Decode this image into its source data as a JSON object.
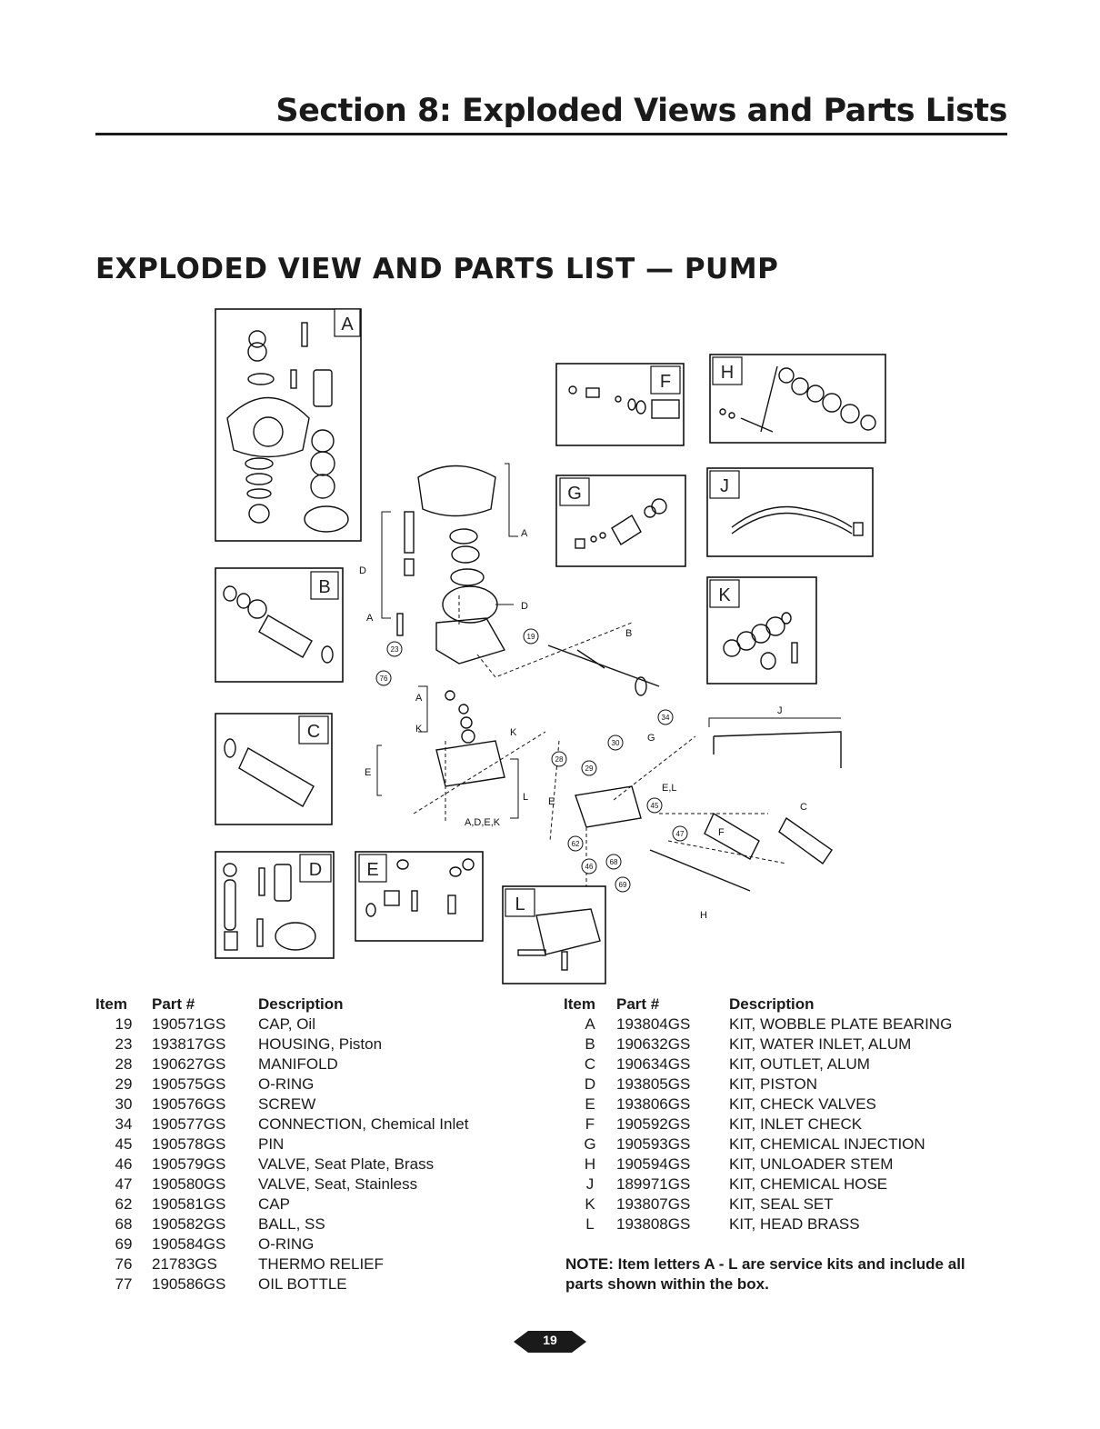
{
  "section_title": "Section 8: Exploded Views and Parts Lists",
  "page_title": "EXPLODED VIEW AND PARTS LIST — PUMP",
  "kit_letters": [
    "A",
    "B",
    "C",
    "D",
    "E",
    "F",
    "G",
    "H",
    "J",
    "K",
    "L"
  ],
  "diagram_labels": {
    "A": "A",
    "B": "B",
    "C": "C",
    "D": "D",
    "E": "E",
    "F": "F",
    "H": "H",
    "J": "J",
    "K": "K",
    "L": "L",
    "G": "G",
    "ADEK": "A,D,E,K",
    "EL": "E,L"
  },
  "callouts": [
    "19",
    "23",
    "28",
    "29",
    "30",
    "34",
    "45",
    "46",
    "47",
    "62",
    "68",
    "69",
    "76"
  ],
  "parts_header": {
    "item": "Item",
    "part": "Part #",
    "description": "Description"
  },
  "parts_left": [
    {
      "item": "19",
      "part": "190571GS",
      "desc": "CAP, Oil"
    },
    {
      "item": "23",
      "part": "193817GS",
      "desc": "HOUSING, Piston"
    },
    {
      "item": "28",
      "part": "190627GS",
      "desc": "MANIFOLD"
    },
    {
      "item": "29",
      "part": "190575GS",
      "desc": "O-RING"
    },
    {
      "item": "30",
      "part": "190576GS",
      "desc": "SCREW"
    },
    {
      "item": "34",
      "part": "190577GS",
      "desc": "CONNECTION, Chemical Inlet"
    },
    {
      "item": "45",
      "part": "190578GS",
      "desc": "PIN"
    },
    {
      "item": "46",
      "part": "190579GS",
      "desc": "VALVE, Seat Plate, Brass"
    },
    {
      "item": "47",
      "part": "190580GS",
      "desc": "VALVE, Seat, Stainless"
    },
    {
      "item": "62",
      "part": "190581GS",
      "desc": "CAP"
    },
    {
      "item": "68",
      "part": "190582GS",
      "desc": "BALL, SS"
    },
    {
      "item": "69",
      "part": "190584GS",
      "desc": "O-RING"
    },
    {
      "item": "76",
      "part": "21783GS",
      "desc": "THERMO RELIEF"
    },
    {
      "item": "77",
      "part": "190586GS",
      "desc": "OIL BOTTLE"
    }
  ],
  "parts_right": [
    {
      "item": "A",
      "part": "193804GS",
      "desc": "KIT, WOBBLE PLATE BEARING"
    },
    {
      "item": "B",
      "part": "190632GS",
      "desc": "KIT, WATER INLET, ALUM"
    },
    {
      "item": "C",
      "part": "190634GS",
      "desc": "KIT, OUTLET, ALUM"
    },
    {
      "item": "D",
      "part": "193805GS",
      "desc": "KIT, PISTON"
    },
    {
      "item": "E",
      "part": "193806GS",
      "desc": "KIT, CHECK VALVES"
    },
    {
      "item": "F",
      "part": "190592GS",
      "desc": "KIT, INLET CHECK"
    },
    {
      "item": "G",
      "part": "190593GS",
      "desc": "KIT, CHEMICAL INJECTION"
    },
    {
      "item": "H",
      "part": "190594GS",
      "desc": "KIT, UNLOADER STEM"
    },
    {
      "item": "J",
      "part": "189971GS",
      "desc": "KIT, CHEMICAL HOSE"
    },
    {
      "item": "K",
      "part": "193807GS",
      "desc": "KIT, SEAL SET"
    },
    {
      "item": "L",
      "part": "193808GS",
      "desc": "KIT, HEAD BRASS"
    }
  ],
  "note": "NOTE: Item letters A - L are service kits and include all parts shown within the box.",
  "page_number": "19"
}
